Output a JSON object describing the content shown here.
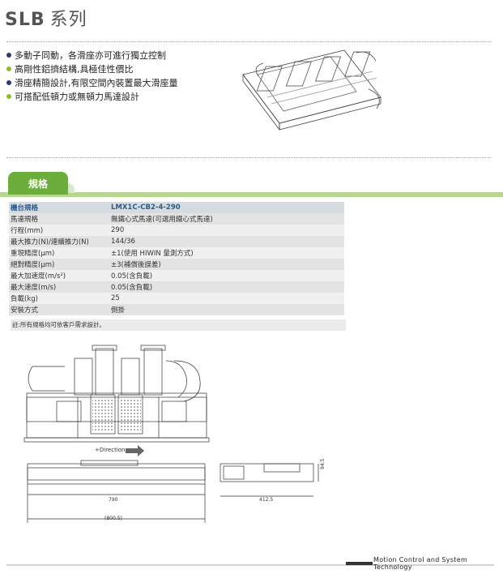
{
  "header": {
    "series": "SLB",
    "series_cn": "系列"
  },
  "features": [
    {
      "text": "多動子同動，各滑座亦可進行獨立控制",
      "color": "#2b3b7a"
    },
    {
      "text": "高剛性鋁擠結構,具極佳性價比",
      "color": "#8cbf26"
    },
    {
      "text": "滑座精簡設計,有限空間內裝置最大滑座量",
      "color": "#2b3b7a"
    },
    {
      "text": "可搭配低頓力或無頓力馬達設計",
      "color": "#8cbf26"
    }
  ],
  "tab": {
    "label": "規格"
  },
  "spec": {
    "header": {
      "key": "機台規格",
      "value": "LMX1C-CB2-4-290"
    },
    "rows": [
      {
        "key": "馬達規格",
        "value": "無鐵心式馬達(可選用鐵心式馬達)"
      },
      {
        "key": "行程(mm)",
        "value": "290"
      },
      {
        "key": "最大推力(N)/連續推力(N)",
        "value": "144/36"
      },
      {
        "key": "重現精度(μm)",
        "value": "±1(使用 HIWIN 量測方式)"
      },
      {
        "key": "絕對精度(μm)",
        "value": "±3(補償後誤差)"
      },
      {
        "key": "最大加速度(m/s²)",
        "value": "0.05(含負載)"
      },
      {
        "key": "最大速度(m/s)",
        "value": "0.05(含負載)"
      },
      {
        "key": "負載(kg)",
        "value": "25"
      },
      {
        "key": "安裝方式",
        "value": "側掛"
      }
    ],
    "note": "註:所有規格均可依客戶需求設計。"
  },
  "drawing": {
    "direction_label": "+Direction",
    "dim_790": "790",
    "dim_800_5": "(800.5)",
    "dim_412_5": "412.5",
    "dim_94_5": "94.5"
  },
  "footer": {
    "text": "Motion  Control  and  System  Technology"
  }
}
